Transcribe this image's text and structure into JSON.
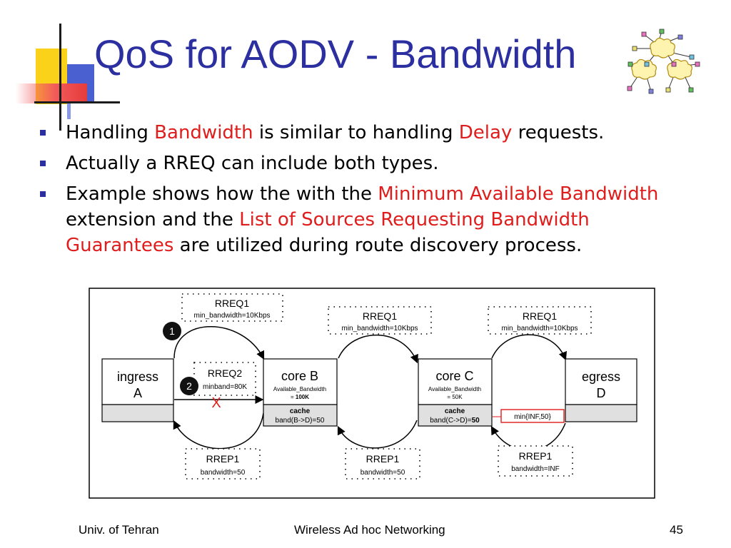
{
  "title": "QoS for AODV - Bandwidth",
  "bullets": [
    {
      "parts": [
        {
          "text": "Handling ",
          "color": "black"
        },
        {
          "text": "Bandwidth",
          "color": "red"
        },
        {
          "text": " is similar to handling ",
          "color": "black"
        },
        {
          "text": "Delay",
          "color": "red"
        },
        {
          "text": " requests.",
          "color": "black"
        }
      ]
    },
    {
      "parts": [
        {
          "text": "Actually a RREQ can include both types.",
          "color": "black"
        }
      ]
    },
    {
      "parts": [
        {
          "text": "Example shows how the with the ",
          "color": "black"
        },
        {
          "text": "Minimum Available Bandwidth",
          "color": "red"
        },
        {
          "text": " extension and the ",
          "color": "black"
        },
        {
          "text": "List of Sources Requesting Bandwidth Guarantees",
          "color": "red"
        },
        {
          "text": " are utilized during route discovery process.",
          "color": "black"
        }
      ]
    }
  ],
  "diagram": {
    "nodes": {
      "ingress": {
        "line1": "ingress",
        "line2": "A"
      },
      "core_b": {
        "name": "core B",
        "avail1": "Available_Bandwidth",
        "avail2": "= ",
        "avail2_bold": "100K",
        "cache_title": "cache",
        "cache_value": "band(B->D)=50"
      },
      "core_c": {
        "name": "core C",
        "avail1": "Available_Bandwidth",
        "avail2": "= 50K",
        "cache_title": "cache",
        "cache_value_prefix": "band(C->D)=",
        "cache_value_bold": "50"
      },
      "egress": {
        "line1": "egress",
        "line2": "D"
      }
    },
    "messages": {
      "rreq1_ab": {
        "title": "RREQ1",
        "detail": "min_bandwidth=10Kbps"
      },
      "rreq1_bc": {
        "title": "RREQ1",
        "detail": "min_bandwidth=10Kbps"
      },
      "rreq1_cd": {
        "title": "RREQ1",
        "detail": "min_bandwidth=10Kbps"
      },
      "rreq2_ab": {
        "title": "RREQ2",
        "detail": "minband=80K"
      },
      "rrep1_ba": {
        "title": "RREP1",
        "detail": "bandwidth=50"
      },
      "rrep1_cb": {
        "title": "RREP1",
        "detail": "bandwidth=50"
      },
      "rrep1_dc": {
        "title": "RREP1",
        "detail": "bandwidth=INF"
      }
    },
    "markers": {
      "step1": "1",
      "step2": "2",
      "blocked": "X"
    },
    "min_note": "min{INF,50}"
  },
  "footer": {
    "left": "Univ. of Tehran",
    "center": "Wireless Ad hoc Networking",
    "page": "45"
  },
  "colors": {
    "title": "#2c2fa0",
    "accent_red": "#e01d1d",
    "bullet": "#2c2fa0",
    "cache_fill": "#e0e0e0"
  }
}
